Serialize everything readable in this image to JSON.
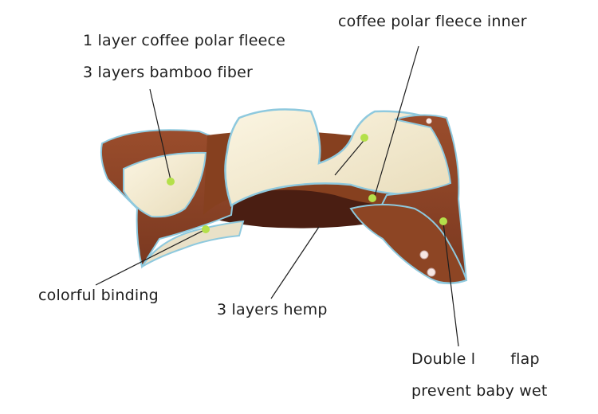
{
  "labels": {
    "polar_fleece_layer": "1 layer coffee polar fleece",
    "bamboo_fiber": "3 layers bamboo fiber",
    "fleece_inner": "coffee polar fleece inner",
    "colorful_binding": "colorful binding",
    "hemp": "3 layers hemp",
    "double_flap_a": "Double l",
    "double_flap_b": "flap",
    "prevent_wet": "prevent baby wet"
  },
  "colors": {
    "shell_brown": "#8a4226",
    "shell_dark": "#5a2616",
    "insert_cream": "#f3ead0",
    "binding_blue": "#8ec9de",
    "marker_green": "#b4e04a",
    "snap_pink": "#f6e6e3"
  }
}
